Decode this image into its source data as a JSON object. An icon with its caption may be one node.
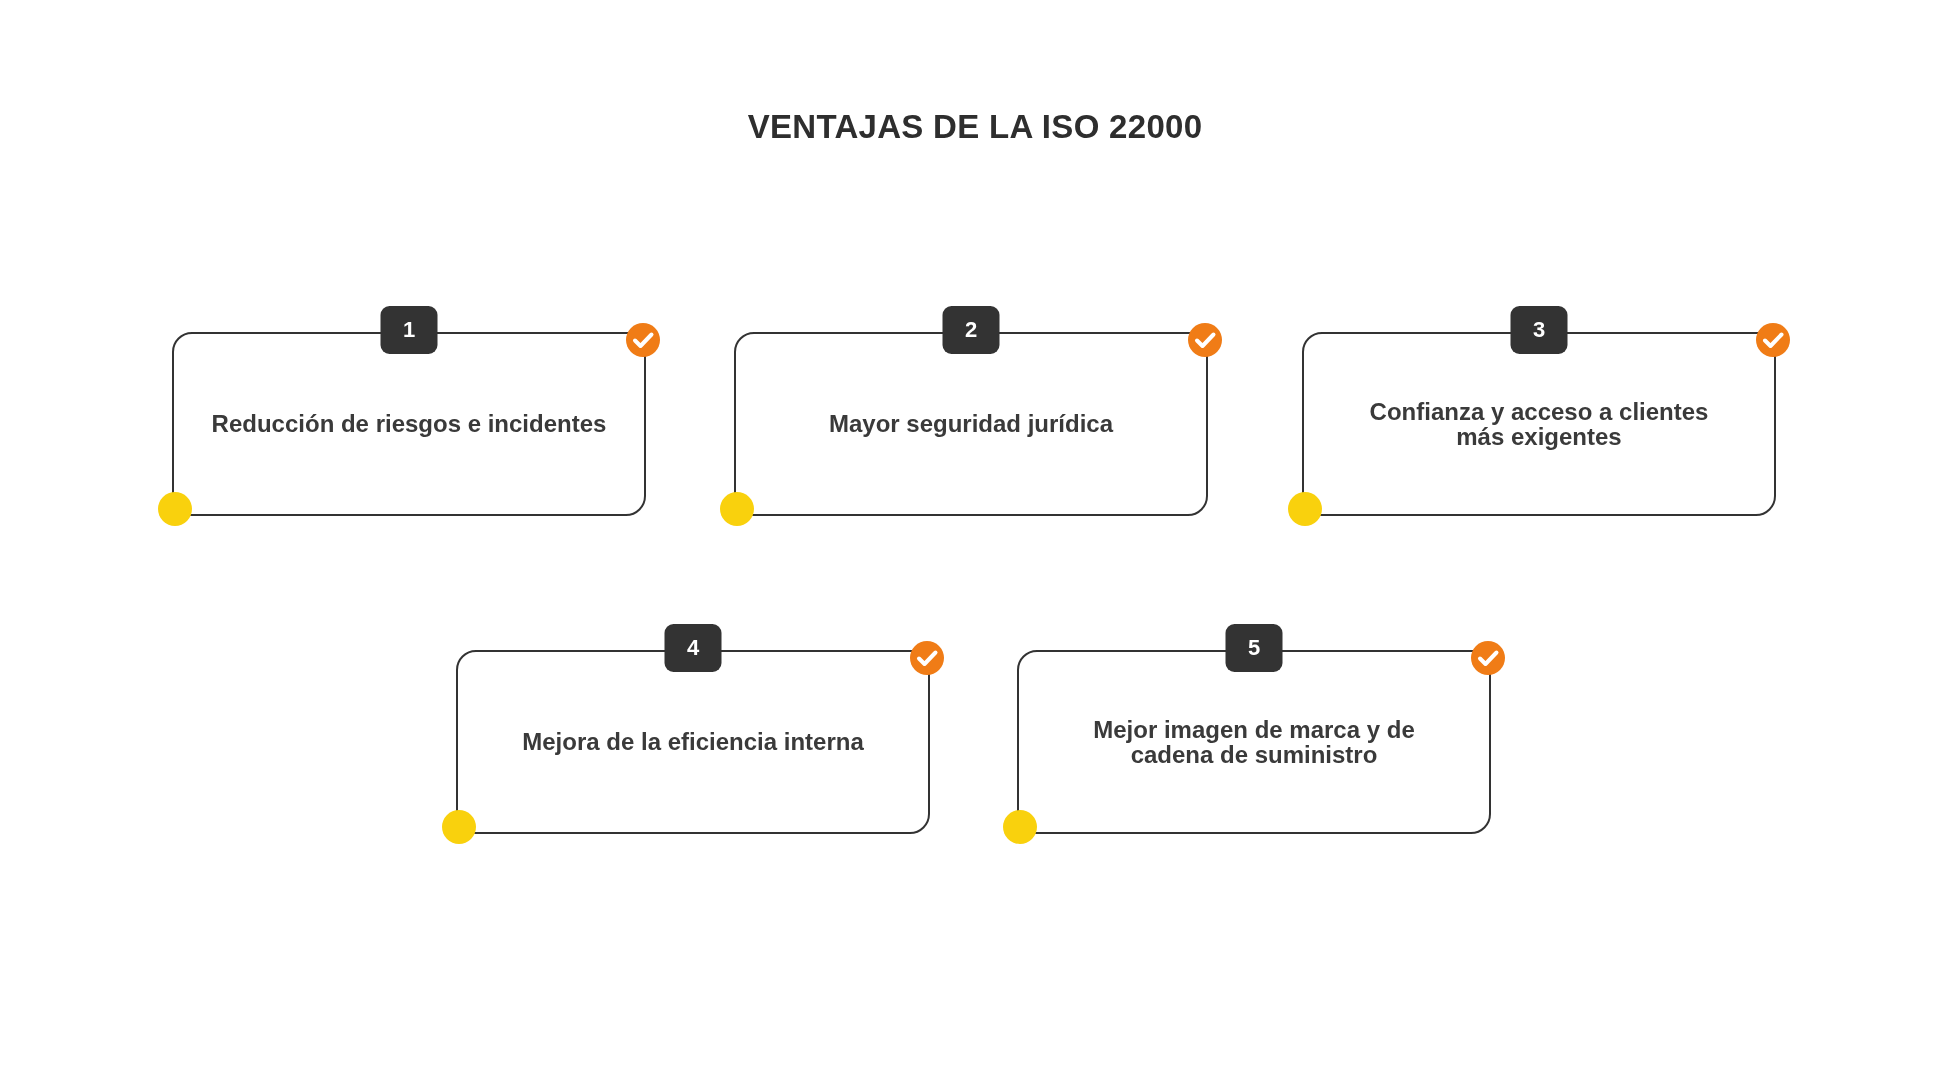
{
  "diagram": {
    "title": "VENTAJAS DE LA ISO 22000",
    "nodes": [
      {
        "text": [
          "1",
          "Reducción de riesgos e incidentes"
        ]
      },
      {
        "text": [
          "2",
          "Mayor seguridad jurídica"
        ]
      },
      {
        "text": [
          "3",
          "Confianza y acceso a clientes más exigentes"
        ]
      },
      {
        "text": [
          "4",
          "Mejora de la eficiencia interna"
        ]
      },
      {
        "text": [
          "5",
          "Mejor imagen de marca y de cadena de suministro"
        ]
      }
    ]
  }
}
